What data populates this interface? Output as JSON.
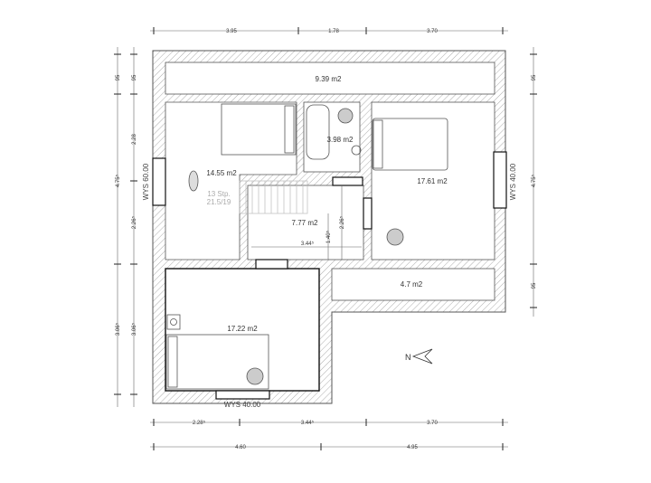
{
  "rooms": {
    "attic_strip": "9.39 m2",
    "bedroom_left": "14.55 m2",
    "bathroom": "3.98 m2",
    "bedroom_right": "17.61 m2",
    "hall": "7.77 m2",
    "storage": "4.7 m2",
    "bedroom_bottom": "17.22 m2"
  },
  "stairs": {
    "steps": "13 Stp.",
    "ratio": "21.5/19"
  },
  "windows": {
    "left": "WYS 60.00",
    "right": "WYS 40.00",
    "bottom": "WYS 40.00"
  },
  "dimensions": {
    "top": [
      "3.95",
      "1.78",
      "3.70"
    ],
    "bottom_inner": [
      "2.28⁵",
      "3.44⁵",
      "3.70"
    ],
    "bottom_outer": [
      "4.60",
      "4.95"
    ],
    "left_outer": [
      "95",
      "4.75⁵",
      "3.06⁵"
    ],
    "left_inner": [
      "95",
      "2.28",
      "2.26⁵",
      "3.06⁵"
    ],
    "right": [
      "95",
      "4.75⁵",
      "95"
    ],
    "hall": [
      "3.44⁵",
      "1.40⁵",
      "2.26⁵"
    ]
  },
  "compass": "N"
}
